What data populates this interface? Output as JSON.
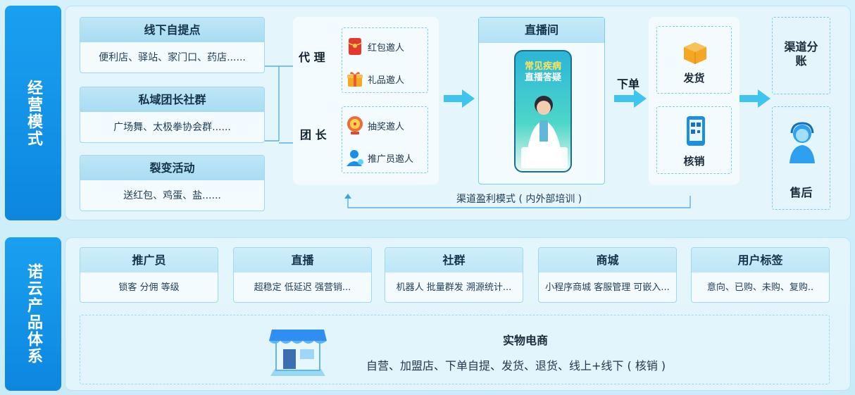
{
  "operating_model": {
    "side_label": "经营模式",
    "scenarios": [
      {
        "title": "线下自提点",
        "desc": "便利店、驿站、家门口、药店......"
      },
      {
        "title": "私域团长社群",
        "desc": "广场舞、太极拳协会群......"
      },
      {
        "title": "裂变活动",
        "desc": "送红包、鸡蛋、盐......"
      }
    ],
    "agent_label": "代 理",
    "leader_label": "团 长",
    "invites": [
      {
        "label": "红包邀人",
        "icon": "red-packet-icon"
      },
      {
        "label": "礼品邀人",
        "icon": "gift-icon"
      },
      {
        "label": "抽奖邀人",
        "icon": "lottery-icon"
      },
      {
        "label": "推广员邀人",
        "icon": "promoter-icon"
      }
    ],
    "live_room": {
      "title": "直播间",
      "phone_text_1": "常见疾病",
      "phone_text_2": "直播答疑"
    },
    "order_label": "下单",
    "fulfillment": [
      {
        "label": "发货",
        "icon": "package-icon"
      },
      {
        "label": "核销",
        "icon": "qr-phone-icon"
      }
    ],
    "settlement": {
      "split": "渠道分账",
      "after_sale": "售后"
    },
    "loop_label": "渠道盈利模式 ( 内外部培训 )"
  },
  "product_system": {
    "side_label": "诺云产品体系",
    "products": [
      {
        "title": "推广员",
        "desc": "锁客  分佣  等级"
      },
      {
        "title": "直播",
        "desc": "超稳定 低延迟 强营销..."
      },
      {
        "title": "社群",
        "desc": "机器人 批量群发 溯源统计..."
      },
      {
        "title": "商城",
        "desc": "小程序商城 客服管理  可嵌入..."
      },
      {
        "title": "用户标签",
        "desc": "意向、已购、未购、复购.."
      }
    ],
    "ecommerce": {
      "title": "实物电商",
      "desc": "自营、加盟店、下单自提、发货、退货、线上+线下 ( 核销 )",
      "icon": "store-icon"
    }
  },
  "colors": {
    "accent": "#0d86e0",
    "arrow": "#3fc4ee",
    "line": "#3aa6e0"
  }
}
